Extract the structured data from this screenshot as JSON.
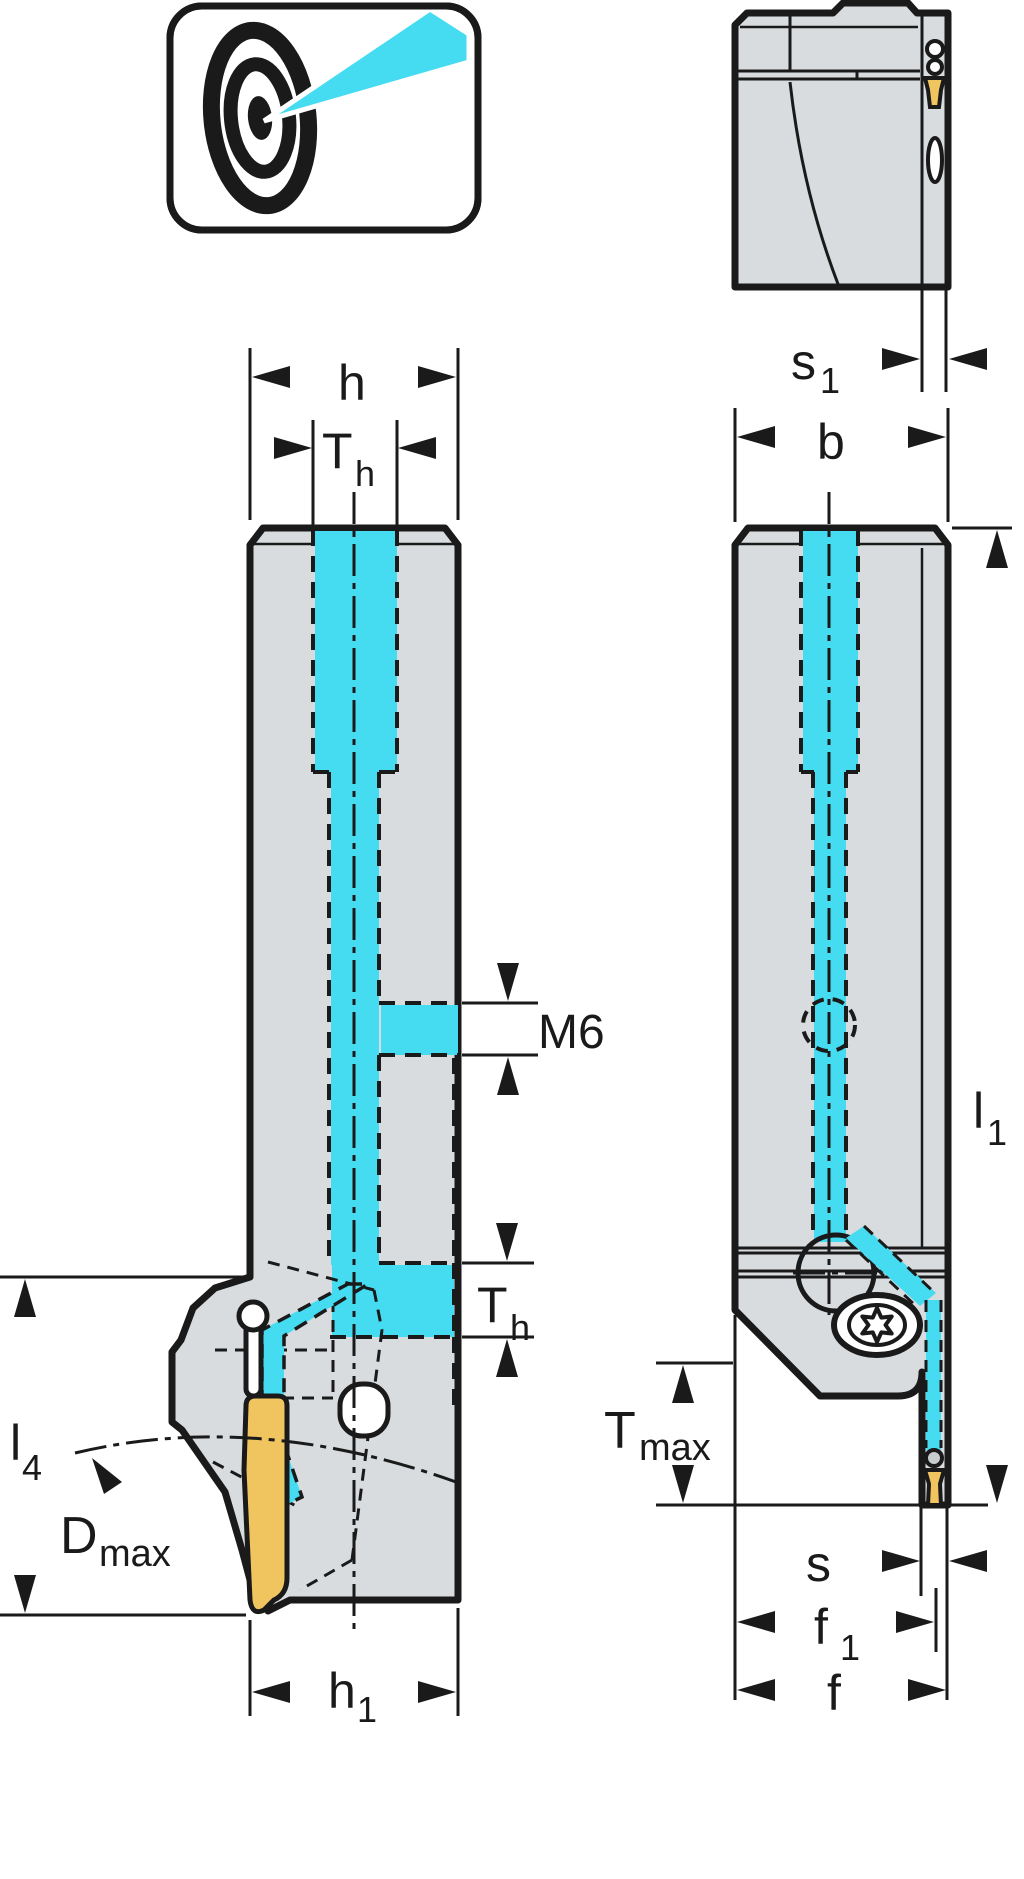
{
  "drawing": {
    "icon": {
      "name": "precision-coolant-target"
    },
    "labels": {
      "h": {
        "main": "h"
      },
      "th_top": {
        "main": "T",
        "sub": "h"
      },
      "s1": {
        "main": "s",
        "sub": "1"
      },
      "b": {
        "main": "b"
      },
      "m6": {
        "main": "M6"
      },
      "th_bottom": {
        "main": "T",
        "sub": "h"
      },
      "l1": {
        "main": "l",
        "sub": "1"
      },
      "l4": {
        "main": "l",
        "sub": "4"
      },
      "dmax": {
        "main": "D",
        "sub": "max"
      },
      "tmax": {
        "main": "T",
        "sub": "max"
      },
      "h1": {
        "main": "h",
        "sub": "1"
      },
      "s": {
        "main": "s"
      },
      "f1": {
        "main": "f",
        "sub": "1"
      },
      "f": {
        "main": "f"
      }
    },
    "colors": {
      "coolant": "#45DCF2",
      "body": "#D8DCDE",
      "body_light": "#E8EBEC",
      "insert": "#F0C45F",
      "line": "#1A1A1A"
    }
  }
}
